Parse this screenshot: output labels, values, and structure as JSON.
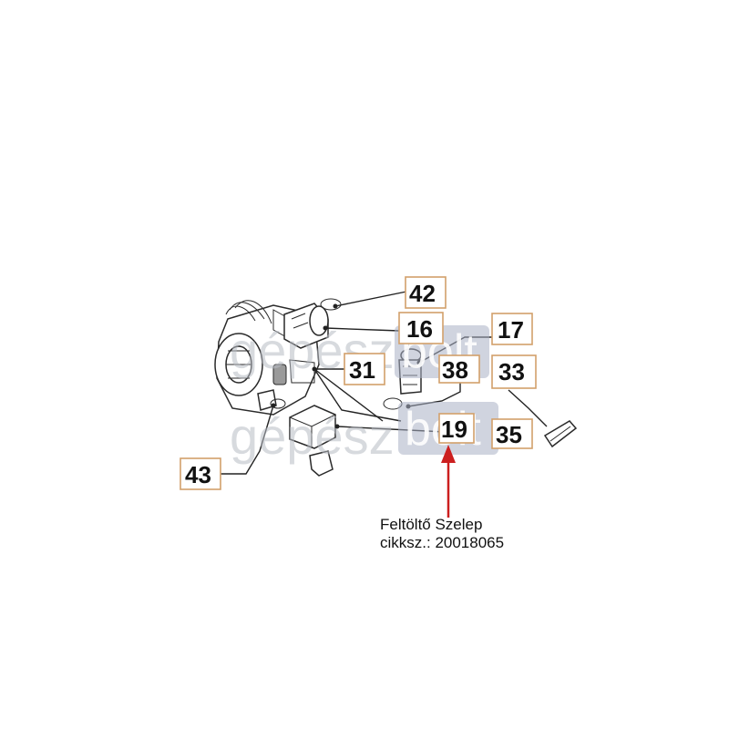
{
  "callouts": {
    "c42": "42",
    "c16": "16",
    "c17": "17",
    "c31": "31",
    "c38": "38",
    "c33": "33",
    "c19": "19",
    "c35": "35",
    "c43": "43"
  },
  "watermark": {
    "logo_text": "gépész",
    "logo_box_text": "bolt"
  },
  "caption": {
    "line1": "Feltöltő Szelep",
    "line2": "cikksz.: 20018065"
  },
  "colors": {
    "highlight_arrow": "#cc1f1f",
    "callout_border": "#d2a06a",
    "watermark_box": "#a9b1c4"
  }
}
